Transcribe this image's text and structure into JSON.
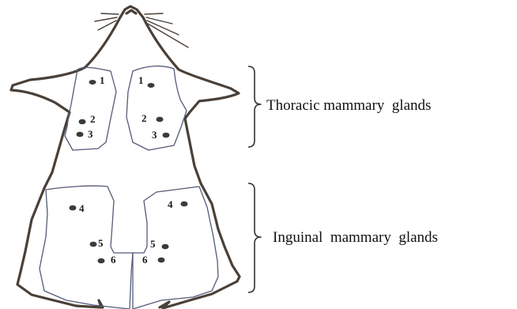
{
  "groups": {
    "thoracic": {
      "label": "Thoracic mammary  glands",
      "glands": [
        "1",
        "2",
        "3"
      ]
    },
    "inguinal": {
      "label": "Inguinal  mammary  glands",
      "glands": [
        "4",
        "5",
        "6"
      ]
    }
  },
  "gland_labels": {
    "left": [
      "1",
      "2",
      "3",
      "4",
      "5",
      "6"
    ],
    "right": [
      "1",
      "2",
      "3",
      "4",
      "5",
      "6"
    ]
  },
  "colors": {
    "body_outline": "#4a4038",
    "region_outline": "#555a78",
    "nipple": "#3e3a36",
    "text": "#111111"
  }
}
